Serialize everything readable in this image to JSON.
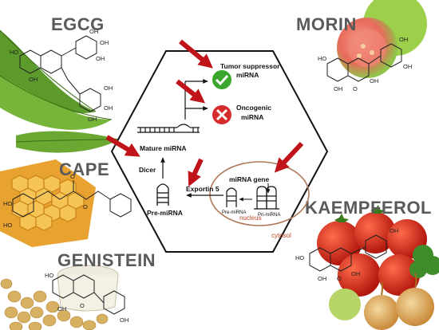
{
  "compounds": {
    "egcg": "EGCG",
    "morin": "MORIN",
    "cape": "CAPE",
    "kaempferol": "KAEMPFEROL",
    "genistein": "GENISTEIN"
  },
  "hexagon": {
    "tumor_suppressor": [
      "Tumor suppressor",
      "miRNA"
    ],
    "oncogenic": [
      "Oncogenic",
      "miRNA"
    ],
    "mature_mirna": "Mature miRNA",
    "dicer": "Dicer",
    "exportin": "Exportin 5",
    "pre_mirna": "Pre-miRNA",
    "mirna_gene": "miRNA gene",
    "pre_mirna_small": "Pre-miRNA",
    "pri_mirna_small": "Pri-miRNA",
    "nucleus": "nucleus",
    "cytosol": "cytosol"
  },
  "chem_labels": {
    "oh": "OH",
    "o": "O",
    "ho": "HO"
  },
  "colors": {
    "arrow_red": "#c0141a",
    "check_green": "#3aa62e",
    "cross_red": "#d42c2c",
    "nucleus_ring": "#b07a5a",
    "cytosol_text": "#c0482a"
  }
}
